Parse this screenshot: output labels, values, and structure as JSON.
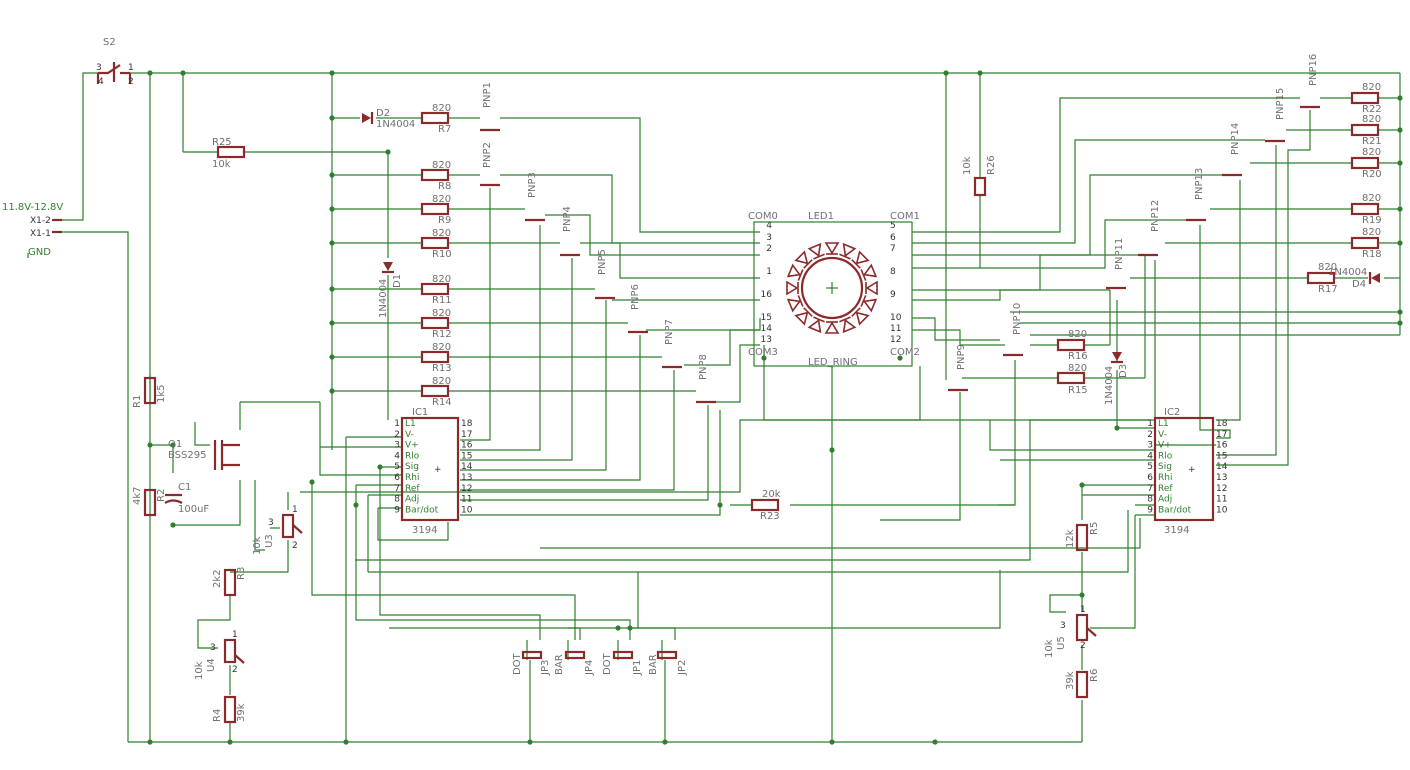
{
  "supply": {
    "voltage_label": "11.8V-12.8V",
    "gnd_label": "GND",
    "connector_pins": [
      "X1-2",
      "X1-1"
    ],
    "switch": {
      "name": "S2",
      "pins": [
        "3",
        "1",
        "4",
        "2"
      ]
    }
  },
  "resistors_820": [
    {
      "name": "R7",
      "value": "820"
    },
    {
      "name": "R8",
      "value": "820"
    },
    {
      "name": "R9",
      "value": "820"
    },
    {
      "name": "R10",
      "value": "820"
    },
    {
      "name": "R11",
      "value": "820"
    },
    {
      "name": "R12",
      "value": "820"
    },
    {
      "name": "R13",
      "value": "820"
    },
    {
      "name": "R14",
      "value": "820"
    },
    {
      "name": "R22",
      "value": "820"
    },
    {
      "name": "R21",
      "value": "820"
    },
    {
      "name": "R20",
      "value": "820"
    },
    {
      "name": "R19",
      "value": "820"
    },
    {
      "name": "R18",
      "value": "820"
    },
    {
      "name": "R17",
      "value": "820"
    },
    {
      "name": "R16",
      "value": "820"
    },
    {
      "name": "R15",
      "value": "820"
    }
  ],
  "other_resistors": [
    {
      "name": "R25",
      "value": "10k"
    },
    {
      "name": "R26",
      "value": "10k"
    },
    {
      "name": "R1",
      "value": "1k5"
    },
    {
      "name": "R2",
      "value": "4k7"
    },
    {
      "name": "R3",
      "value": "2k2"
    },
    {
      "name": "R4",
      "value": "39k"
    },
    {
      "name": "R5",
      "value": "12k"
    },
    {
      "name": "R6",
      "value": "39k"
    },
    {
      "name": "R23",
      "value": "20k"
    }
  ],
  "diodes": [
    {
      "name": "D1",
      "value": "1N4004"
    },
    {
      "name": "D2",
      "value": "1N4004"
    },
    {
      "name": "D3",
      "value": "1N4004"
    },
    {
      "name": "D4",
      "value": "1N4004"
    }
  ],
  "transistors": [
    "PNP1",
    "PNP2",
    "PNP3",
    "PNP4",
    "PNP5",
    "PNP6",
    "PNP7",
    "PNP8",
    "PNP9",
    "PNP10",
    "PNP11",
    "PNP12",
    "PNP13",
    "PNP14",
    "PNP15",
    "PNP16"
  ],
  "mosfet": {
    "name": "Q1",
    "value": "BSS295"
  },
  "capacitor": {
    "name": "C1",
    "value": "100uF"
  },
  "trimmers": [
    {
      "name": "U3",
      "value": "10k",
      "pins": [
        "3",
        "1",
        "2"
      ]
    },
    {
      "name": "U4",
      "value": "10k",
      "pins": [
        "3",
        "1",
        "2"
      ]
    },
    {
      "name": "U5",
      "value": "10k",
      "pins": [
        "3",
        "1",
        "2"
      ]
    }
  ],
  "jumpers": [
    {
      "name": "JP3",
      "label": "DOT"
    },
    {
      "name": "JP4",
      "label": "BAR"
    },
    {
      "name": "JP1",
      "label": "DOT"
    },
    {
      "name": "JP2",
      "label": "BAR"
    }
  ],
  "ic1": {
    "name": "IC1",
    "value": "3194",
    "left_pins": [
      "L1",
      "V-",
      "V+",
      "Rlo",
      "Sig",
      "Rhi",
      "Ref",
      "Adj",
      "Bar/dot"
    ],
    "left_nums": [
      "1",
      "2",
      "3",
      "4",
      "5",
      "6",
      "7",
      "8",
      "9"
    ],
    "right_nums": [
      "18",
      "17",
      "16",
      "15",
      "14",
      "13",
      "12",
      "11",
      "10"
    ]
  },
  "ic2": {
    "name": "IC2",
    "value": "3194",
    "left_pins": [
      "L1",
      "V-",
      "V+",
      "Rlo",
      "Sig",
      "Rhi",
      "Ref",
      "Adj",
      "Bar/dot"
    ],
    "left_nums": [
      "1",
      "2",
      "3",
      "4",
      "5",
      "6",
      "7",
      "8",
      "9"
    ],
    "right_nums": [
      "18",
      "17",
      "16",
      "15",
      "14",
      "13",
      "12",
      "11",
      "10"
    ]
  },
  "led_ring": {
    "name": "LED1",
    "value": "LED_RING",
    "commons": [
      "COM0",
      "COM1",
      "COM3",
      "COM2"
    ],
    "left_pins": [
      "4",
      "3",
      "2",
      "1",
      "16",
      "15",
      "14",
      "13"
    ],
    "right_pins": [
      "5",
      "6",
      "7",
      "8",
      "9",
      "10",
      "11",
      "12"
    ]
  }
}
